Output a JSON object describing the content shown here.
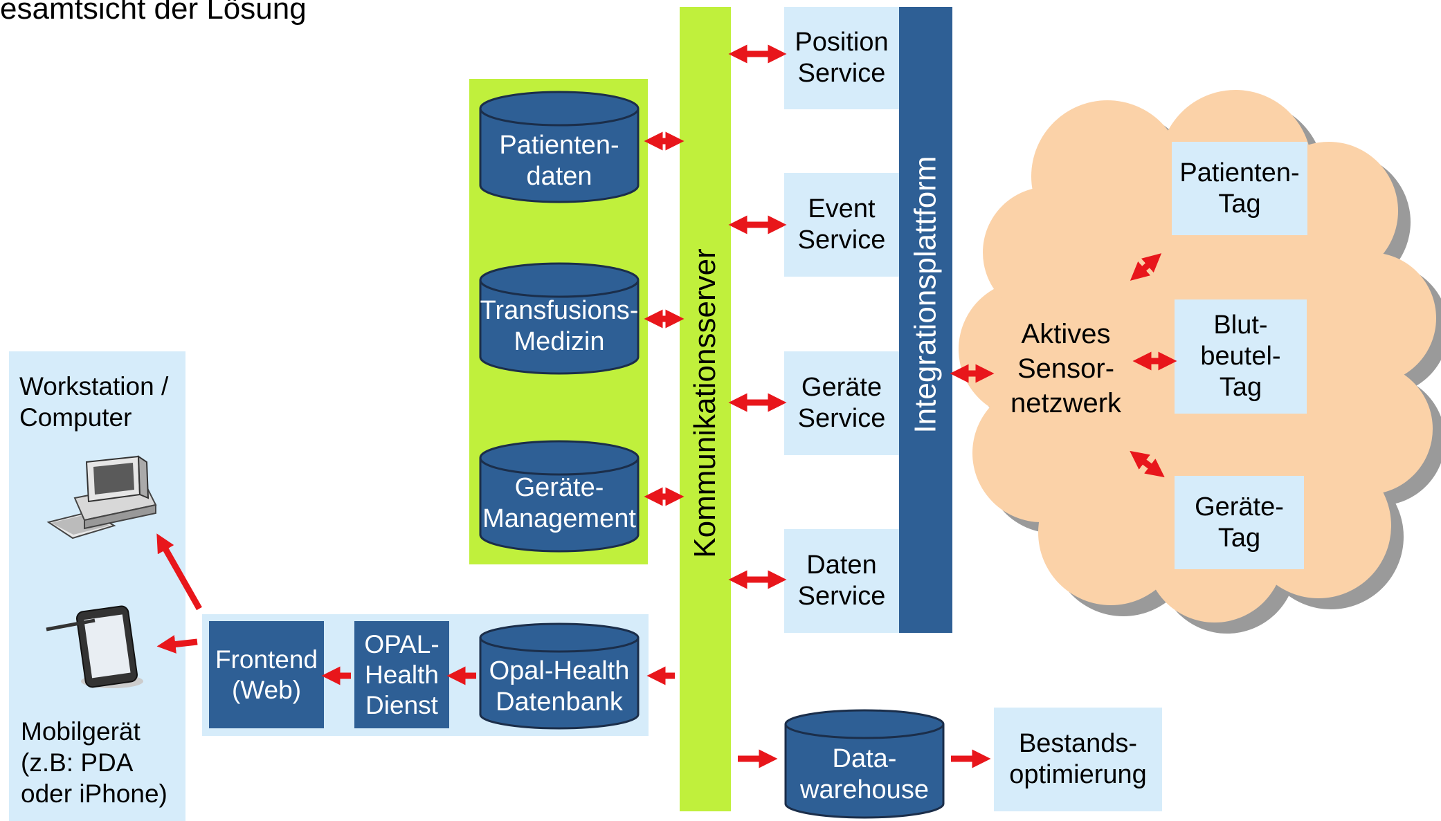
{
  "title": "esamtsicht der Lösung",
  "left_panel": {
    "workstation_label": "Workstation /\nComputer",
    "mobile_label": "Mobilgerät\n (z.B: PDA\noder iPhone)",
    "computer_icon": "desktop-computer-icon",
    "mobile_icon": "tablet-pda-icon"
  },
  "frontend_chain": {
    "frontend": "Frontend\n(Web)",
    "opal_dienst": "OPAL-\nHealth\nDienst",
    "opal_db": "Opal-Health\nDatenbank"
  },
  "databases": {
    "patienten": "Patienten-\ndaten",
    "transfusion": "Transfusions-\nMedizin",
    "geraete": "Geräte-\nManagement"
  },
  "kommunikationsserver": "Kommunikationsserver",
  "integrationsplattform": "Integrationsplattform",
  "services": {
    "position": "Position\nService",
    "event": "Event\nService",
    "geraete": "Geräte\nService",
    "daten": "Daten\nService"
  },
  "sensor_network": {
    "label": "Aktives\nSensor-\nnetzwerk",
    "patienten_tag": "Patienten-\nTag",
    "blut_tag": "Blut-\nbeutel-\nTag",
    "geraete_tag": "Geräte-\nTag"
  },
  "datawarehouse": "Data-\nwarehouse",
  "bestand": "Bestands-\noptimierung",
  "colors": {
    "light_blue": "#d6ecfa",
    "lime": "#c0f03c",
    "dark_blue": "#2e5f95",
    "arrow_red": "#e8161b",
    "cloud": "#fbd2a8"
  }
}
